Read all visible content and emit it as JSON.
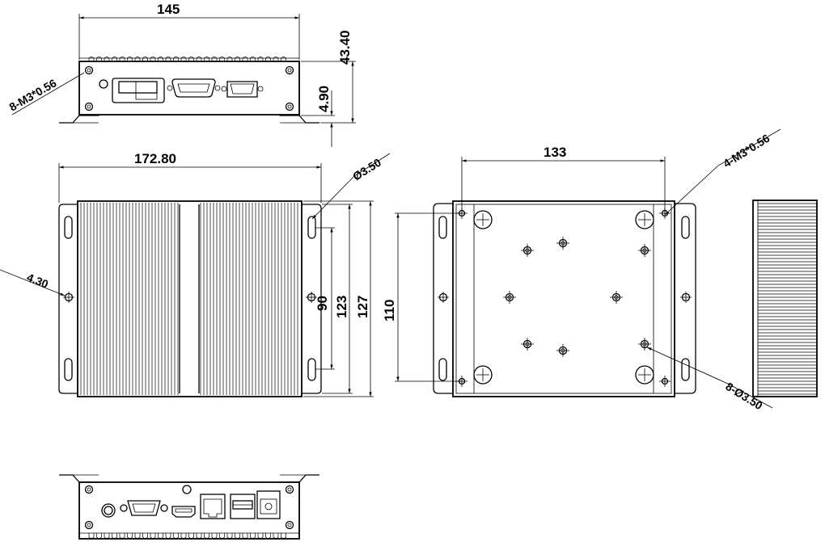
{
  "dimensions": {
    "front_width": "145",
    "front_height": "43.40",
    "bracket_offset": "4.90",
    "front_screws": "8-M3*0.56",
    "top_overall_width": "172.80",
    "slot_diameter": "Ø3.50",
    "slot_width": "4.30",
    "slot_pitch_90": "90",
    "slot_pitch_123": "123",
    "overall_depth_127": "127",
    "bottom_width": "133",
    "bottom_screws": "4-M3*0.56",
    "bottom_depth": "110",
    "bottom_holes": "8-Ø3.50"
  }
}
